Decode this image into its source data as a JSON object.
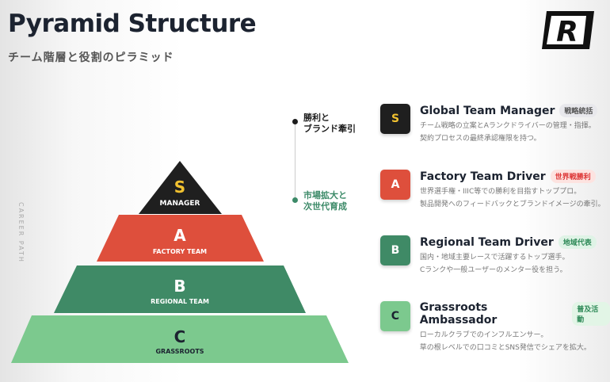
{
  "header": {
    "title": "Pyramid Structure",
    "subtitle": "チーム階層と役割のピラミッド"
  },
  "logo": {
    "letter": "R"
  },
  "side_label": "CAREER PATH",
  "timeline": [
    {
      "text1": "勝利と",
      "text2": "ブランド牽引",
      "color": "#1c1c1c"
    },
    {
      "text1": "市場拡大と",
      "text2": "次世代育成",
      "color": "#3c8a68"
    }
  ],
  "pyramid": [
    {
      "letter": "S",
      "label": "MANAGER",
      "color": "#1f1f1f",
      "letter_color": "#f2c230"
    },
    {
      "letter": "A",
      "label": "FACTORY TEAM",
      "color": "#de4f3c",
      "letter_color": "#ffffff"
    },
    {
      "letter": "B",
      "label": "REGIONAL TEAM",
      "color": "#3f8a66",
      "letter_color": "#ffffff"
    },
    {
      "letter": "C",
      "label": "GRASSROOTS",
      "color": "#7cc98e",
      "letter_color": "#ffffff"
    }
  ],
  "roles": [
    {
      "letter": "S",
      "name": "Global Team Manager",
      "badge": "戦略統括",
      "line1": "チーム戦略の立案とAランクドライバーの管理・指揮。",
      "line2": "契約プロセスの最終承認権限を持つ。",
      "bg": "#1f1f1f",
      "fg": "#f2c230",
      "badge_bg": "#e8e8ec",
      "badge_fg": "#555"
    },
    {
      "letter": "A",
      "name": "Factory Team Driver",
      "badge": "世界戦勝利",
      "line1": "世界選手権・IIIC等での勝利を目指すトッププロ。",
      "line2": "製品開発へのフィードバックとブランドイメージの牽引。",
      "bg": "#de4f3c",
      "fg": "#ffffff",
      "badge_bg": "#fde3e0",
      "badge_fg": "#d33"
    },
    {
      "letter": "B",
      "name": "Regional Team Driver",
      "badge": "地域代表",
      "line1": "国内・地域主要レースで活躍するトップ選手。",
      "line2": "Cランクや一般ユーザーのメンター役を担う。",
      "bg": "#3f8a66",
      "fg": "#ffffff",
      "badge_bg": "#dff3e6",
      "badge_fg": "#2f8a58"
    },
    {
      "letter": "C",
      "name": "Grassroots Ambassador",
      "badge": "普及活動",
      "line1": "ローカルクラブでのインフルエンサー。",
      "line2": "草の根レベルでの口コミとSNS発信でシェアを拡大。",
      "bg": "#7cc98e",
      "fg": "#1c2330",
      "badge_bg": "#e2f5e6",
      "badge_fg": "#2f8a58"
    }
  ]
}
